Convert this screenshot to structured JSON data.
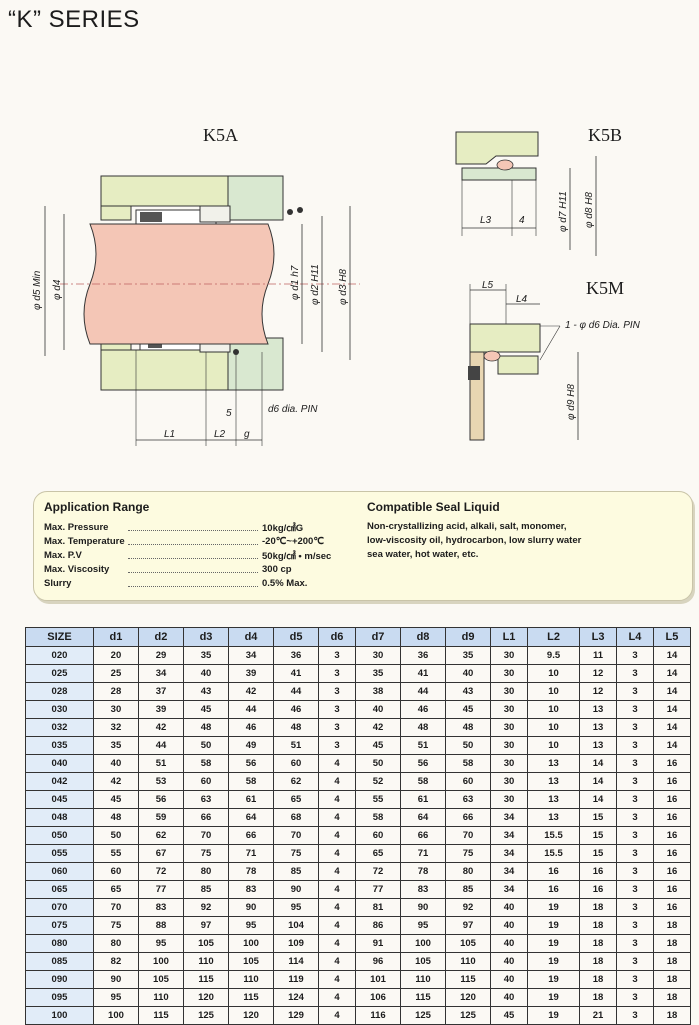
{
  "header": {
    "title": "“K” SERIES"
  },
  "figures": {
    "k5a": {
      "name": "K5A",
      "dims": [
        "φ d5 Min",
        "φ d4",
        "φ d1 h7",
        "φ d2 H11",
        "φ d3 H8",
        "L1",
        "L2",
        "g",
        "5",
        "d6 dia. PIN"
      ]
    },
    "k5b": {
      "name": "K5B",
      "dims": [
        "L3",
        "4",
        "φ d7 H11",
        "φ d8 H8"
      ]
    },
    "k5m": {
      "name": "K5M",
      "dims": [
        "L5",
        "L4",
        "1 - φ d6 Dia. PIN",
        "φ d9 H8"
      ]
    }
  },
  "application": {
    "heading": "Application Range",
    "rows": [
      {
        "label": "Max. Pressure",
        "value": "10kg/㎠G"
      },
      {
        "label": "Max. Temperature",
        "value": "-20℃~+200℃"
      },
      {
        "label": "Max. P.V",
        "value": "50kg/㎠ • m/sec"
      },
      {
        "label": "Max. Viscosity",
        "value": "300 cp"
      },
      {
        "label": "Slurry",
        "value": "0.5% Max."
      }
    ]
  },
  "compatible": {
    "heading": "Compatible Seal Liquid",
    "lines": [
      "Non-crystallizing acid, alkali, salt, monomer,",
      "low-viscosity oil, hydrocarbon, low slurry water",
      "sea water, hot water, etc."
    ]
  },
  "table": {
    "headers": [
      "SIZE",
      "d1",
      "d2",
      "d3",
      "d4",
      "d5",
      "d6",
      "d7",
      "d8",
      "d9",
      "L1",
      "L2",
      "L3",
      "L4",
      "L5"
    ],
    "rows": [
      [
        "020",
        "20",
        "29",
        "35",
        "34",
        "36",
        "3",
        "30",
        "36",
        "35",
        "30",
        "9.5",
        "11",
        "3",
        "14"
      ],
      [
        "025",
        "25",
        "34",
        "40",
        "39",
        "41",
        "3",
        "35",
        "41",
        "40",
        "30",
        "10",
        "12",
        "3",
        "14"
      ],
      [
        "028",
        "28",
        "37",
        "43",
        "42",
        "44",
        "3",
        "38",
        "44",
        "43",
        "30",
        "10",
        "12",
        "3",
        "14"
      ],
      [
        "030",
        "30",
        "39",
        "45",
        "44",
        "46",
        "3",
        "40",
        "46",
        "45",
        "30",
        "10",
        "13",
        "3",
        "14"
      ],
      [
        "032",
        "32",
        "42",
        "48",
        "46",
        "48",
        "3",
        "42",
        "48",
        "48",
        "30",
        "10",
        "13",
        "3",
        "14"
      ],
      [
        "035",
        "35",
        "44",
        "50",
        "49",
        "51",
        "3",
        "45",
        "51",
        "50",
        "30",
        "10",
        "13",
        "3",
        "14"
      ],
      [
        "040",
        "40",
        "51",
        "58",
        "56",
        "60",
        "4",
        "50",
        "56",
        "58",
        "30",
        "13",
        "14",
        "3",
        "16"
      ],
      [
        "042",
        "42",
        "53",
        "60",
        "58",
        "62",
        "4",
        "52",
        "58",
        "60",
        "30",
        "13",
        "14",
        "3",
        "16"
      ],
      [
        "045",
        "45",
        "56",
        "63",
        "61",
        "65",
        "4",
        "55",
        "61",
        "63",
        "30",
        "13",
        "14",
        "3",
        "16"
      ],
      [
        "048",
        "48",
        "59",
        "66",
        "64",
        "68",
        "4",
        "58",
        "64",
        "66",
        "34",
        "13",
        "15",
        "3",
        "16"
      ],
      [
        "050",
        "50",
        "62",
        "70",
        "66",
        "70",
        "4",
        "60",
        "66",
        "70",
        "34",
        "15.5",
        "15",
        "3",
        "16"
      ],
      [
        "055",
        "55",
        "67",
        "75",
        "71",
        "75",
        "4",
        "65",
        "71",
        "75",
        "34",
        "15.5",
        "15",
        "3",
        "16"
      ],
      [
        "060",
        "60",
        "72",
        "80",
        "78",
        "85",
        "4",
        "72",
        "78",
        "80",
        "34",
        "16",
        "16",
        "3",
        "16"
      ],
      [
        "065",
        "65",
        "77",
        "85",
        "83",
        "90",
        "4",
        "77",
        "83",
        "85",
        "34",
        "16",
        "16",
        "3",
        "16"
      ],
      [
        "070",
        "70",
        "83",
        "92",
        "90",
        "95",
        "4",
        "81",
        "90",
        "92",
        "40",
        "19",
        "18",
        "3",
        "16"
      ],
      [
        "075",
        "75",
        "88",
        "97",
        "95",
        "104",
        "4",
        "86",
        "95",
        "97",
        "40",
        "19",
        "18",
        "3",
        "18"
      ],
      [
        "080",
        "80",
        "95",
        "105",
        "100",
        "109",
        "4",
        "91",
        "100",
        "105",
        "40",
        "19",
        "18",
        "3",
        "18"
      ],
      [
        "085",
        "82",
        "100",
        "110",
        "105",
        "114",
        "4",
        "96",
        "105",
        "110",
        "40",
        "19",
        "18",
        "3",
        "18"
      ],
      [
        "090",
        "90",
        "105",
        "115",
        "110",
        "119",
        "4",
        "101",
        "110",
        "115",
        "40",
        "19",
        "18",
        "3",
        "18"
      ],
      [
        "095",
        "95",
        "110",
        "120",
        "115",
        "124",
        "4",
        "106",
        "115",
        "120",
        "40",
        "19",
        "18",
        "3",
        "18"
      ],
      [
        "100",
        "100",
        "115",
        "125",
        "120",
        "129",
        "4",
        "116",
        "125",
        "125",
        "45",
        "19",
        "21",
        "3",
        "18"
      ]
    ]
  }
}
